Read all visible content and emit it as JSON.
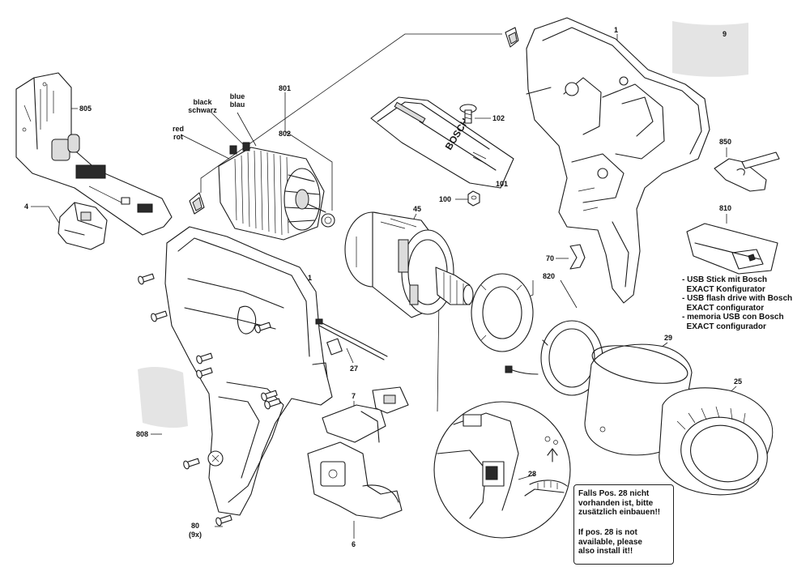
{
  "parts": {
    "p1_top": "1",
    "p9": "9",
    "p801": "801",
    "p805": "805",
    "black": "black",
    "schwarz": "schwarz",
    "blue": "blue",
    "blau": "blau",
    "red": "red",
    "rot": "rot",
    "p802": "802",
    "p102": "102",
    "p101": "101",
    "p100": "100",
    "p850": "850",
    "p810": "810",
    "p4": "4",
    "p45": "45",
    "p70": "70",
    "p820": "820",
    "p1_left": "1",
    "p27": "27",
    "p29": "29",
    "p25": "25",
    "p7": "7",
    "p808": "808",
    "p28": "28",
    "p80": "80",
    "p9x": "(9x)",
    "p6": "6"
  },
  "usb_notes": [
    "- USB Stick mit Bosch",
    "  EXACT Konfigurator",
    "- USB flash drive with Bosch",
    "  EXACT configurator",
    "- memoria USB con Bosch",
    "  EXACT configurador"
  ],
  "notice": {
    "de": [
      "Falls Pos. 28 nicht",
      "vorhanden ist, bitte",
      "zusätzlich einbauen!!"
    ],
    "en": [
      "If pos. 28 is not",
      "available, please",
      "also install it!!"
    ]
  },
  "brand_mark": "BOSCH",
  "colors": {
    "line": "#1a1a1a",
    "shade": "#d8d8d8",
    "background": "#ffffff"
  }
}
